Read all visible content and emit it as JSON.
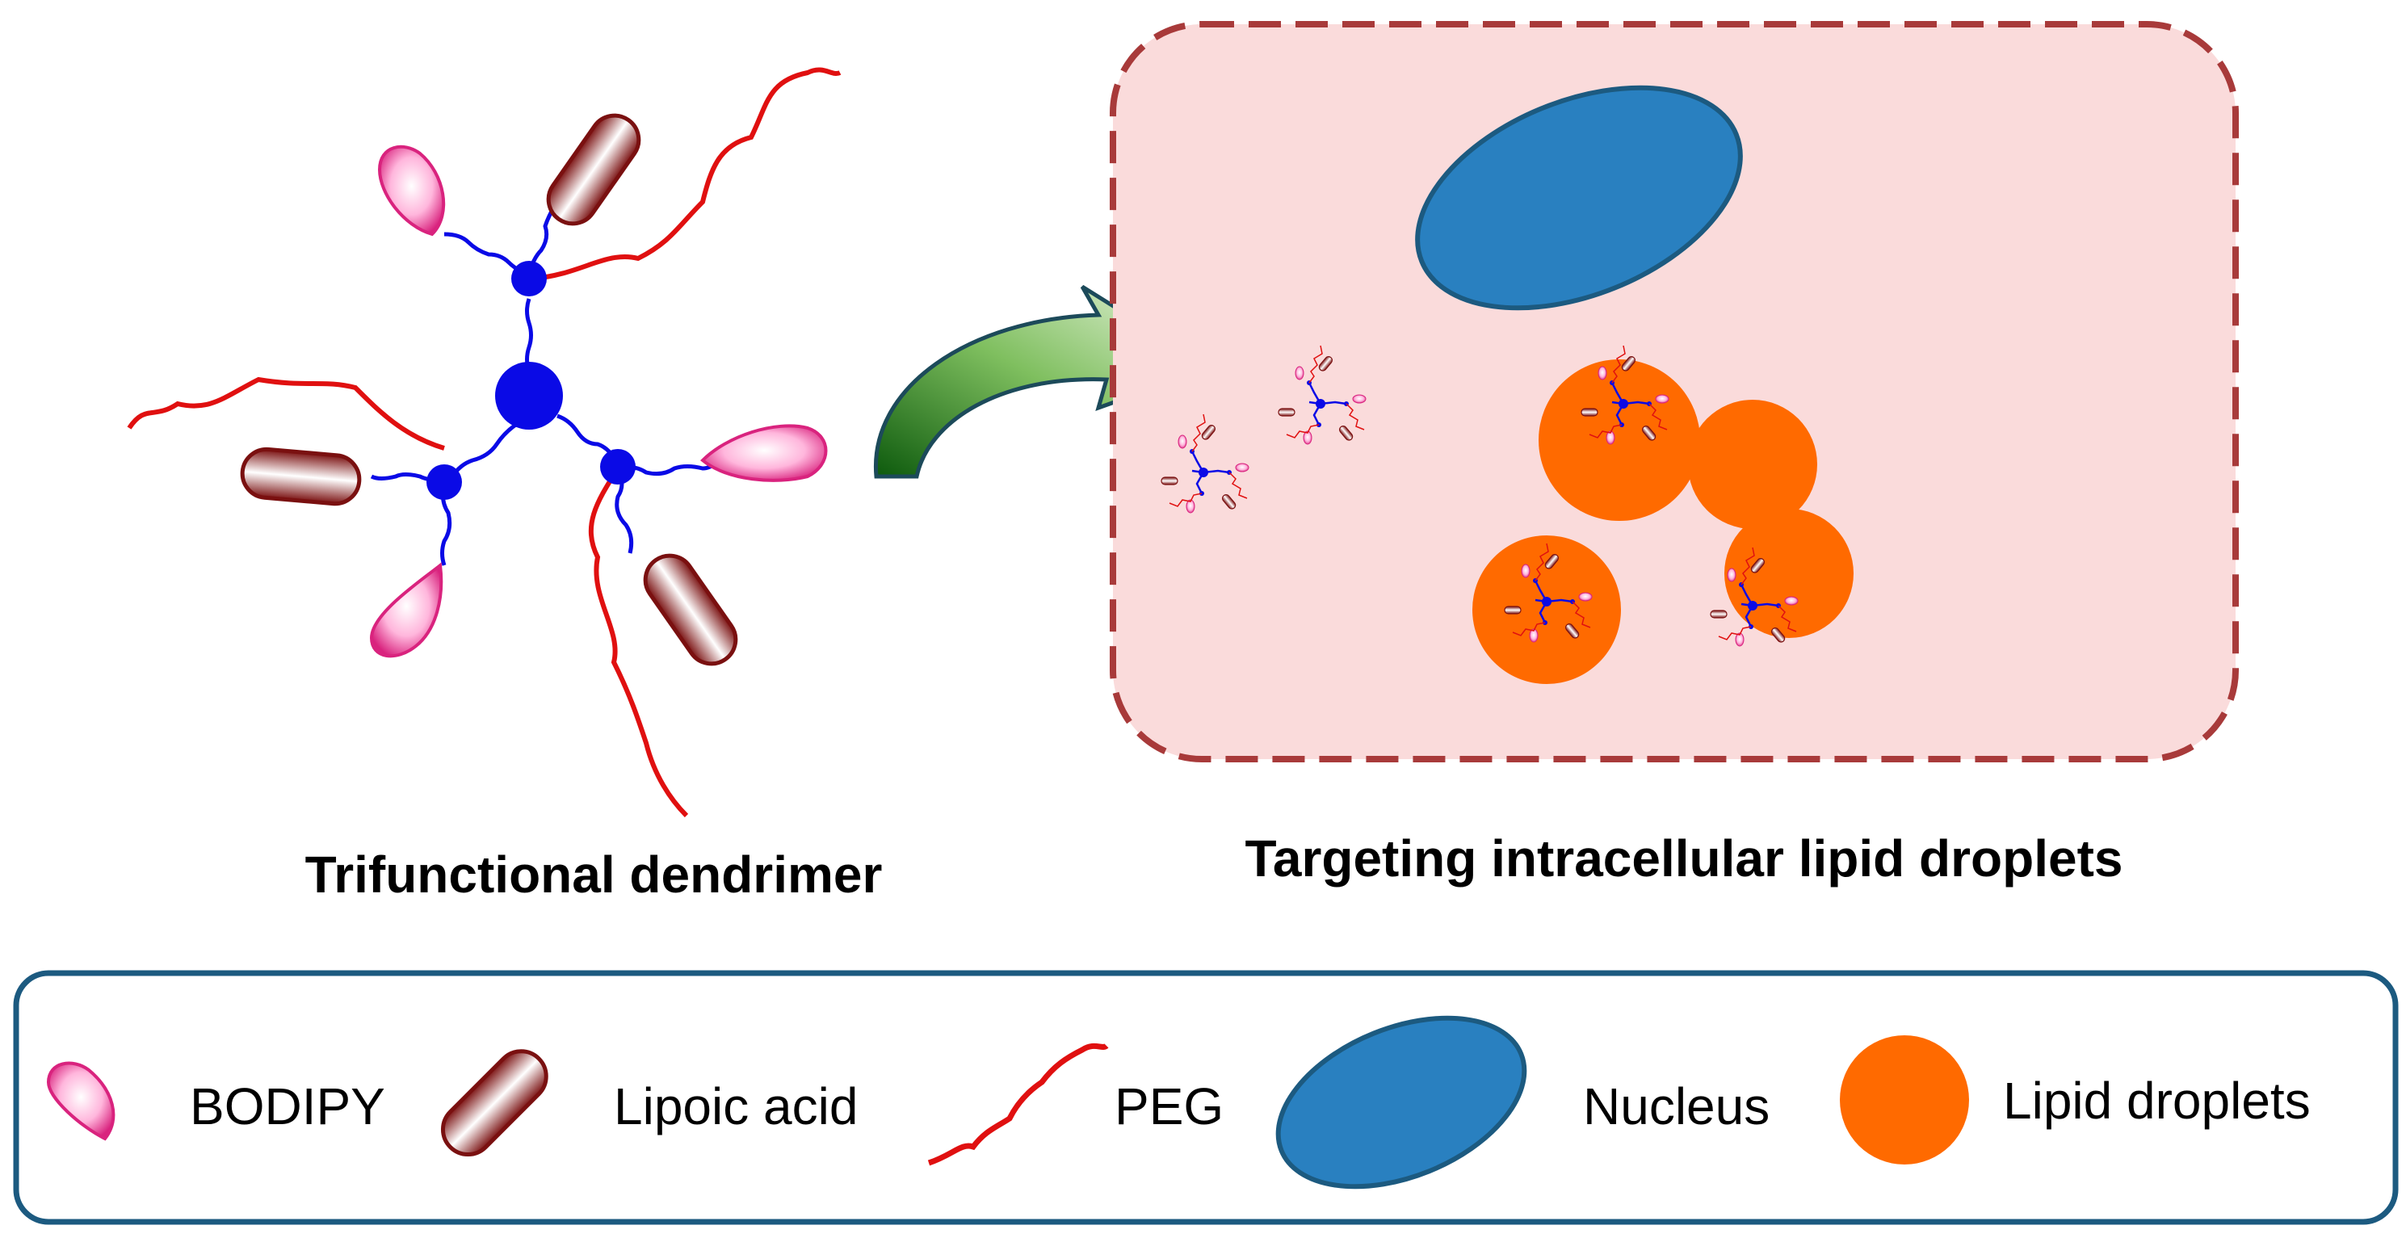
{
  "captions": {
    "left": "Trifunctional dendrimer",
    "right": "Targeting intracellular lipid droplets"
  },
  "legend": {
    "bodipy": "BODIPY",
    "lipoic_acid": "Lipoic acid",
    "peg": "PEG",
    "nucleus": "Nucleus",
    "lipid_droplets": "Lipid droplets"
  },
  "colors": {
    "core": "#0a0ae6",
    "peg": "#e01010",
    "bodipy": "#e8449a",
    "lipoic": "#8c1c1c",
    "nucleus": "#2980c0",
    "droplet": "#ff6a00",
    "cell_fill": "#fadbdb",
    "cell_border": "#a83a3a",
    "legend_border": "#1c5a80"
  }
}
